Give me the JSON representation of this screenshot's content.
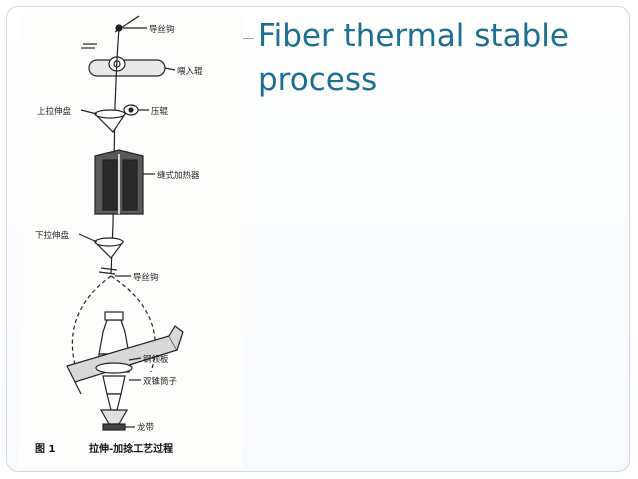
{
  "slide": {
    "title": "Fiber thermal stable process"
  },
  "figure": {
    "labels": {
      "guide_hook_top": "导丝钩",
      "feed_roller": "喂入辊",
      "upper_draw_disc": "上拉伸盘",
      "press_roller": "压辊",
      "slit_heater": "缝式加热器",
      "lower_draw_disc": "下拉伸盘",
      "guide_hook_bottom": "导丝钩",
      "steel_plate": "钢领板",
      "double_cone_bobbin": "双锥筒子",
      "dragon_belt": "龙带"
    },
    "caption_num": "图 1",
    "caption_text": "拉伸-加捻工艺过程"
  }
}
